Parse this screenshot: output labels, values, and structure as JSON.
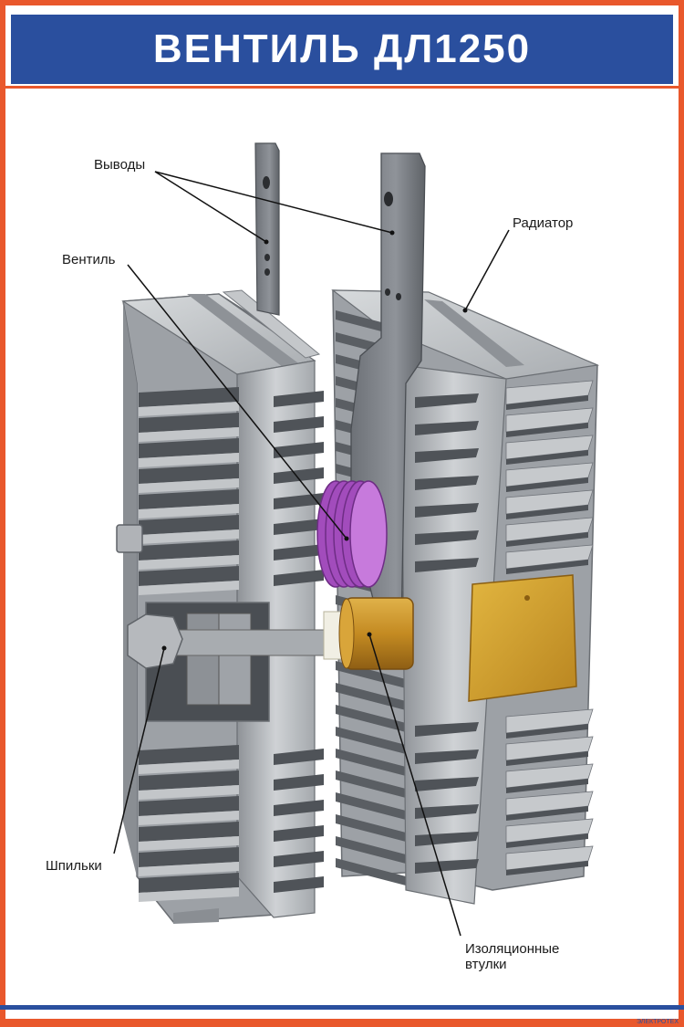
{
  "title": "ВЕНТИЛЬ ДЛ1250",
  "labels": {
    "vyvody": "Выводы",
    "ventil": "Вентиль",
    "radiator": "Радиатор",
    "shpilki": "Шпильки",
    "vtulki_line1": "Изоляционные",
    "vtulki_line2": "втулки"
  },
  "logo_text": "ЭЛЕКТРОТЕХ",
  "colors": {
    "header": "#2a4f9e",
    "border": "#e9582c",
    "metal": "#b9bcc0",
    "fin_dark": "#55595e",
    "coil": "#b05ac8",
    "sleeve": "#c9962b",
    "pad": "#d3a431"
  }
}
